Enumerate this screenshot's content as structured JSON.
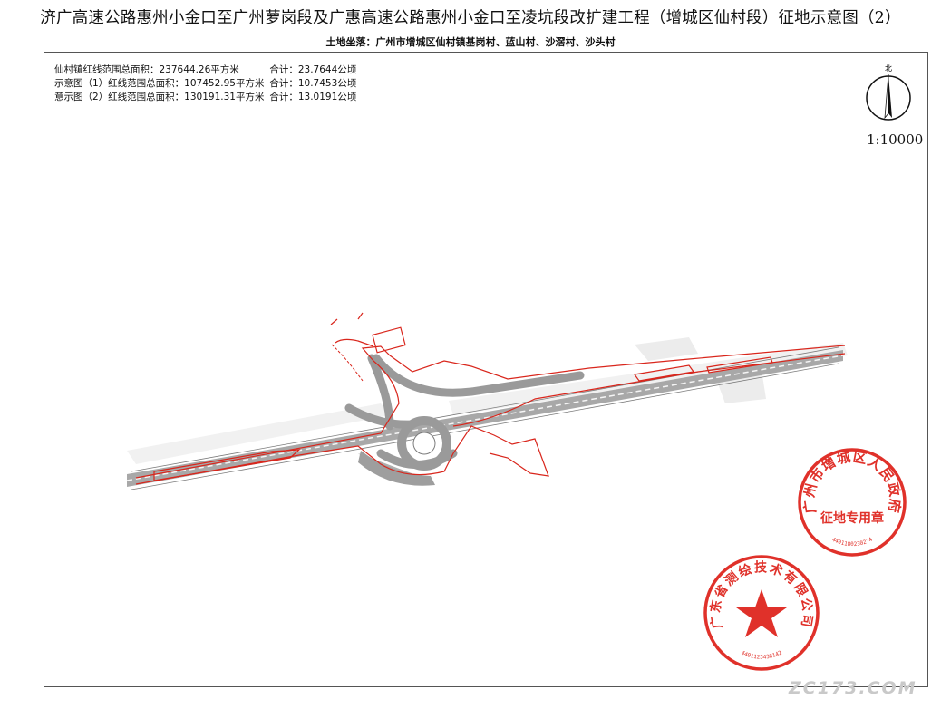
{
  "title": "济广高速公路惠州小金口至广州萝岗段及广惠高速公路惠州小金口至凌坑段改扩建工程（增城区仙村段）征地示意图（2）",
  "location": "土地坐落：广州市增城区仙村镇基岗村、蓝山村、沙滘村、沙头村",
  "stats": [
    {
      "label": "仙村镇红线范围总面积：237644.26平方米",
      "total": "合计：23.7644公顷"
    },
    {
      "label": "示意图（1）红线范围总面积：107452.95平方米",
      "total": "合计：10.7453公顷"
    },
    {
      "label": "意示图（2）红线范围总面积：130191.31平方米",
      "total": "合计：13.0191公顷"
    }
  ],
  "north_label": "北",
  "scale": "1:10000",
  "colors": {
    "boundary": "#d9261c",
    "road": "#9a9a9a",
    "seal": "#e0312a"
  },
  "seal_gov": {
    "text": "广州市增城区人民政府",
    "center": "征地专用章",
    "code": "4401180230274"
  },
  "seal_survey": {
    "text": "广东省测绘技术有限公司",
    "code": "4401123438142"
  },
  "watermark": "ZC173.COM"
}
